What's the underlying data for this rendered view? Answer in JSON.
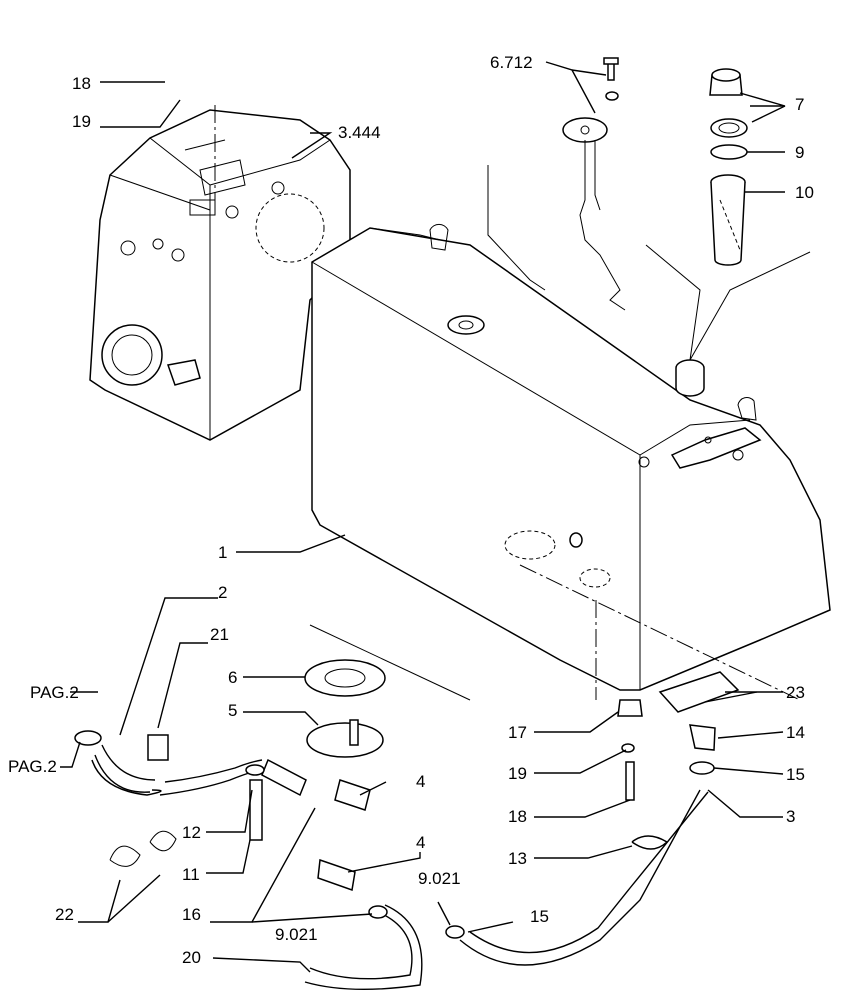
{
  "labels": {
    "p18a": "18",
    "p19a": "19",
    "p3444": "3.444",
    "p6712": "6.712",
    "p7": "7",
    "p9": "9",
    "p10": "10",
    "p1": "1",
    "p2": "2",
    "p21": "21",
    "p6": "6",
    "p5": "5",
    "pag2a": "PAG.2",
    "pag2b": "PAG.2",
    "p12": "12",
    "p11": "11",
    "p16": "16",
    "p22": "22",
    "p20": "20",
    "p9021a": "9.021",
    "p4a": "4",
    "p4b": "4",
    "p17": "17",
    "p19b": "19",
    "p18b": "18",
    "p13": "13",
    "p9021b": "9.021",
    "p15a": "15",
    "p23": "23",
    "p14": "14",
    "p15b": "15",
    "p3": "3"
  }
}
